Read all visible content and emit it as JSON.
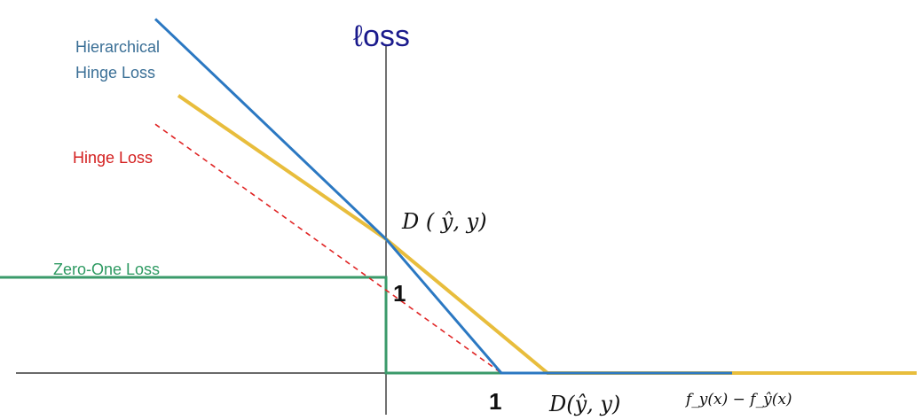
{
  "title": "ℓoss",
  "legend": {
    "hierarchical_line1": "Hierarchical",
    "hierarchical_line2": "Hinge Loss",
    "hinge": "Hinge Loss",
    "zero_one": "Zero-One Loss"
  },
  "annotations": {
    "d_yhat_y_upper": "D ( ŷ, y)",
    "one_y": "1",
    "one_x": "1",
    "d_yhat_y_lower": "D(ŷ, y)",
    "x_axis_label": "f_y(x) − f_ŷ(x)"
  },
  "colors": {
    "title": "#1a1a8c",
    "hierarchical_text": "#3a6f96",
    "hierarchical_line": "#2b78c2",
    "hinge_text": "#d42020",
    "hinge_line": "#e02525",
    "zero_one_text": "#2e9a62",
    "zero_one_line": "#3a9a6a",
    "yellow_line": "#e8bd3c",
    "axis": "#111111",
    "label": "#111111"
  },
  "chart_data": {
    "type": "line",
    "series": [
      {
        "name": "Hierarchical Hinge Loss",
        "points": [
          [
            -2.0,
            3.7
          ],
          [
            0.0,
            1.4
          ],
          [
            1.0,
            0.0
          ],
          [
            3.0,
            0.0
          ]
        ]
      },
      {
        "name": "Hinge Loss",
        "points": [
          [
            -2.0,
            2.6
          ],
          [
            1.0,
            0.0
          ]
        ]
      },
      {
        "name": "Zero-One Loss",
        "points": [
          [
            -3.5,
            1.0
          ],
          [
            0.0,
            1.0
          ],
          [
            0.0,
            0.0
          ],
          [
            3.0,
            0.0
          ]
        ]
      },
      {
        "points": [
          [
            -1.8,
            2.9
          ],
          [
            0.0,
            1.4
          ],
          [
            1.4,
            0.0
          ],
          [
            4.6,
            0.0
          ]
        ]
      }
    ]
  }
}
